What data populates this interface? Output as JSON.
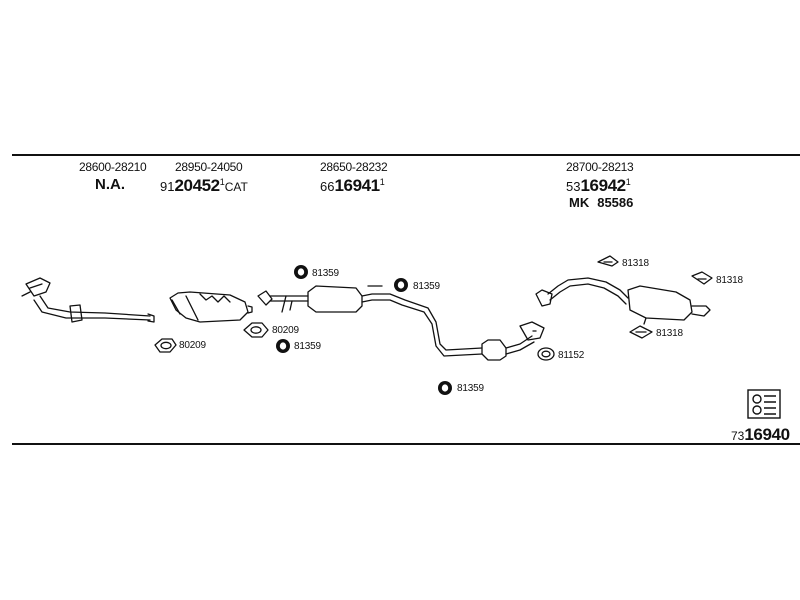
{
  "header": {
    "parts": [
      {
        "number": "28600-28210",
        "code_prefix": "",
        "code_main": "",
        "code_sup": "",
        "code_suffix": "",
        "note": "N.A."
      },
      {
        "number": "28950-24050",
        "code_prefix": "91",
        "code_main": "20452",
        "code_sup": "1",
        "code_suffix": "CAT"
      },
      {
        "number": "28650-28232",
        "code_prefix": "66",
        "code_main": "16941",
        "code_sup": "1",
        "code_suffix": ""
      },
      {
        "number": "28700-28213",
        "code_prefix": "53",
        "code_main": "16942",
        "code_sup": "1",
        "code_suffix": "",
        "mk_label": "MK",
        "mk_value": "85586"
      }
    ]
  },
  "refs": {
    "r1": "80209",
    "r2": "81359",
    "r3": "80209",
    "r4": "81359",
    "r5": "81359",
    "r6": "81359",
    "r7": "81152",
    "r8": "81318",
    "r9": "81318",
    "r10": "81318"
  },
  "footer": {
    "code_prefix": "73",
    "code_main": "16940"
  }
}
